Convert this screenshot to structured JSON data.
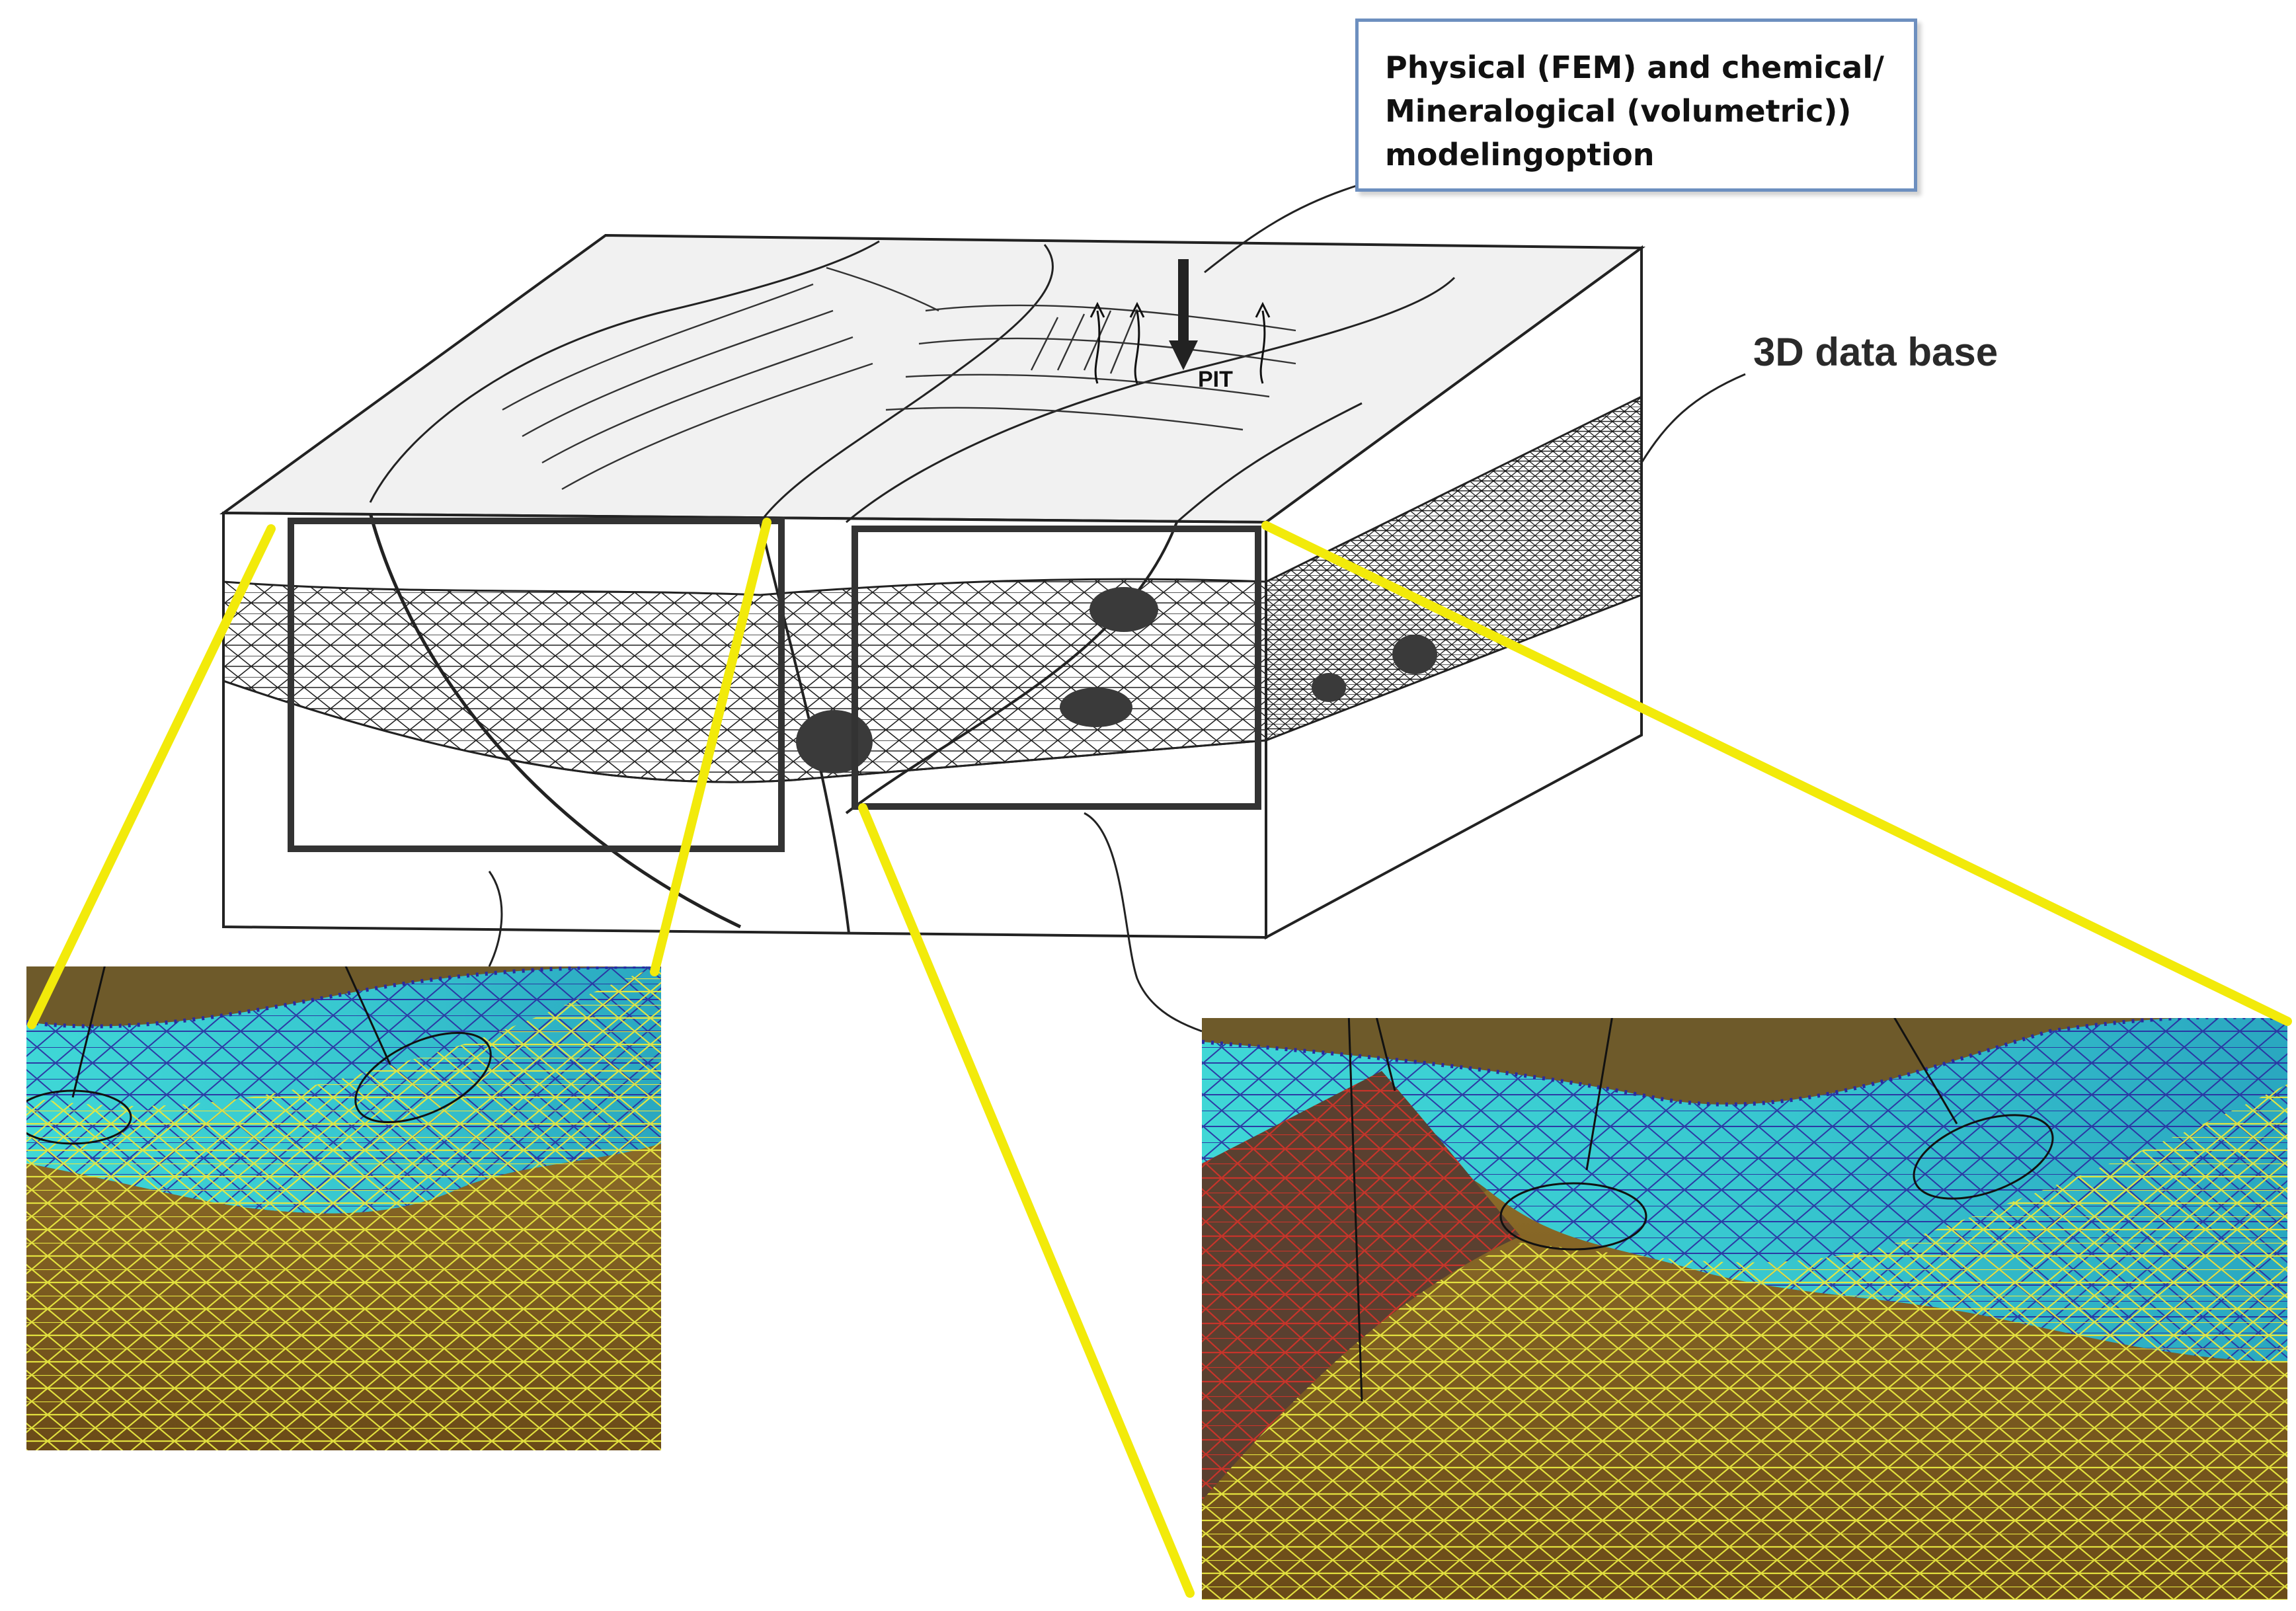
{
  "callout": {
    "lines": [
      "Physical (FEM) and chemical/",
      "Mineralogical (volumetric))",
      "modelingoption"
    ]
  },
  "labels": {
    "database": "3D data base",
    "pit": "PIT"
  },
  "colors": {
    "highlight_yellow": "#f2ea0a",
    "callout_border": "#6d8fbf",
    "water_cyan": "#3fd7d6",
    "mesh_blue": "#2a2aa0",
    "rock_brown": "#7a5a1e",
    "mesh_yellow": "#e8e840",
    "mesh_red": "#c8342a"
  }
}
